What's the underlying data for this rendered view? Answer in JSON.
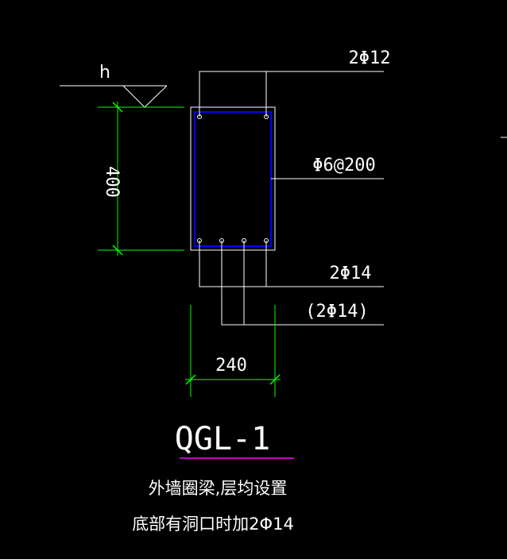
{
  "drawing": {
    "level_mark": "h",
    "rebar_top": "2Φ12",
    "stirrup": "Φ6@200",
    "rebar_bottom": "2Φ14",
    "rebar_bottom_extra": "(2Φ14)",
    "height_dim": "400",
    "width_dim": "240",
    "beam_id": "QGL-1",
    "note_line1": "外墙圈梁,层均设置",
    "note_line2": "底部有洞口时加2Φ14"
  },
  "colors": {
    "background": "#000000",
    "line": "#ffffff",
    "dimension": "#00ff00",
    "stirrup": "#0000ff",
    "underline": "#ff00ff"
  }
}
